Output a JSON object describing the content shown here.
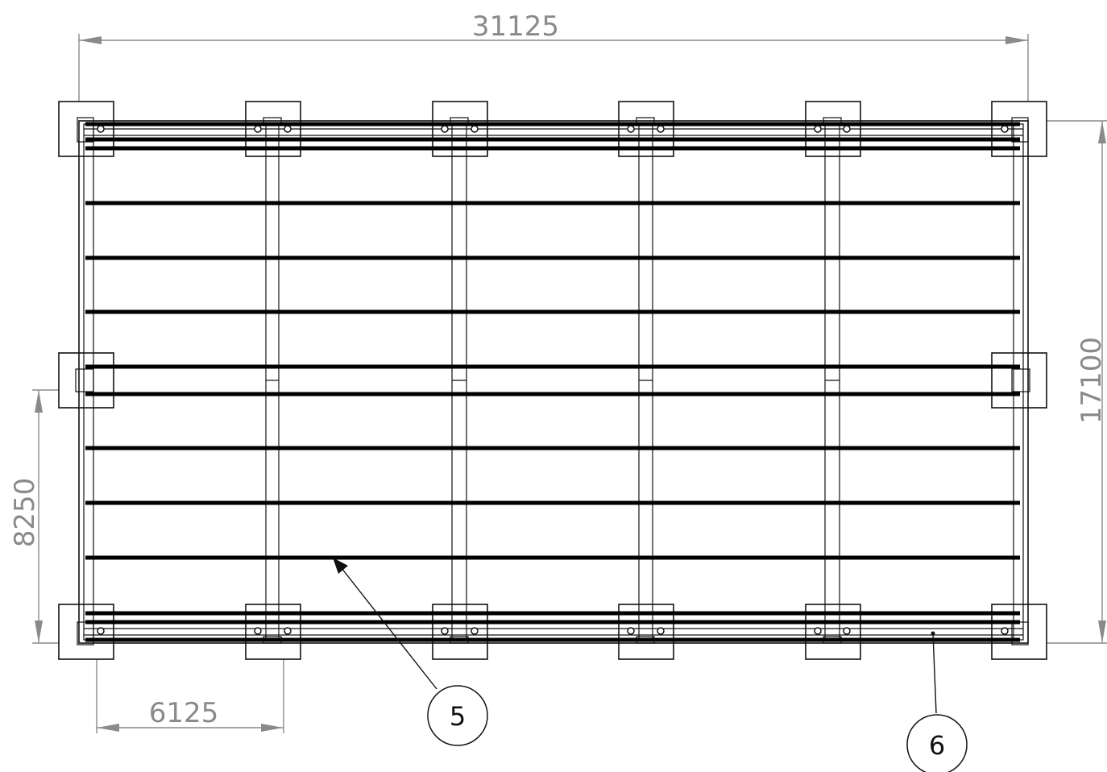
{
  "dimensions": {
    "overall_length": "31125",
    "overall_width": "17100",
    "mid_support_offset": "8250",
    "bay_spacing": "6125"
  },
  "callouts": {
    "balloon_5": "5",
    "balloon_6": "6"
  }
}
